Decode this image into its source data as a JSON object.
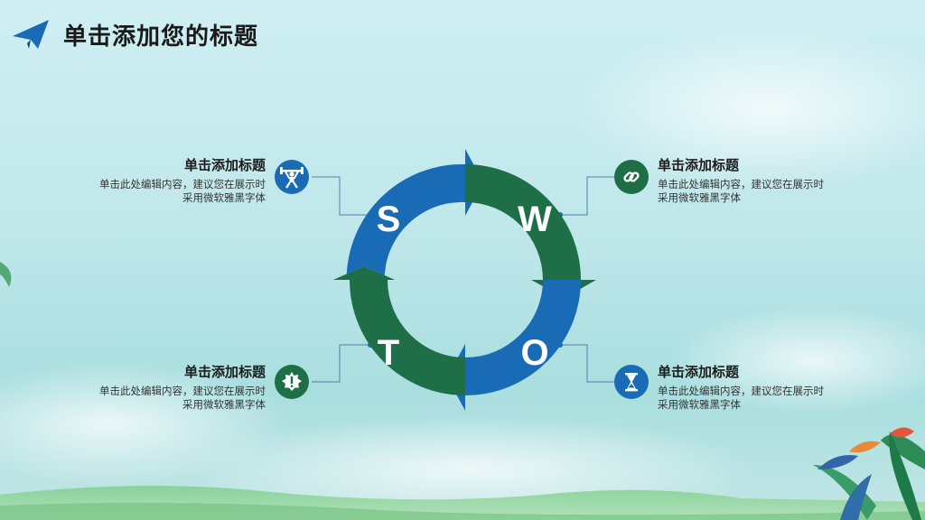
{
  "slide": {
    "title": "单击添加您的标题",
    "colors": {
      "blue": "#1a6bb5",
      "green": "#1e6e48",
      "line": "#4c82ad"
    }
  },
  "swot": {
    "letters": [
      "S",
      "W",
      "O",
      "T"
    ]
  },
  "items": [
    {
      "id": "s",
      "heading": "单击添加标题",
      "body_line1": "单击此处编辑内容，建议您在展示时",
      "body_line2": "采用微软雅黑字体",
      "icon": "weightlifter-icon"
    },
    {
      "id": "w",
      "heading": "单击添加标题",
      "body_line1": "单击此处编辑内容，建议您在展示时",
      "body_line2": "采用微软雅黑字体",
      "icon": "link-chain-icon"
    },
    {
      "id": "t",
      "heading": "单击添加标题",
      "body_line1": "单击此处编辑内容，建议您在展示时",
      "body_line2": "采用微软雅黑字体",
      "icon": "alert-badge-icon"
    },
    {
      "id": "o",
      "heading": "单击添加标题",
      "body_line1": "单击此处编辑内容，建议您在展示时",
      "body_line2": "采用微软雅黑字体",
      "icon": "hourglass-icon"
    }
  ]
}
